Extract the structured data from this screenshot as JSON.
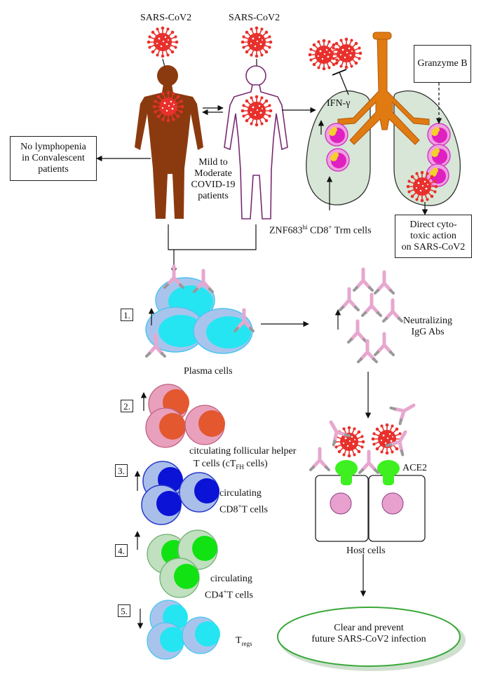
{
  "virus_labels": [
    "SARS-CoV2",
    "SARS-CoV2"
  ],
  "mild_label": "Mild to\nModerate\nCOVID-19\npatients",
  "no_lymphopenia": "No lymphopenia\nin Convalescent\npatients",
  "ifn_label": "IFN-γ",
  "granzyme_label": "Granzyme B",
  "trm_label": {
    "prefix": "ZNF683",
    "sup1": "hi",
    "mid": " CD8",
    "sup2": "+",
    "suffix": " Trm cells"
  },
  "direct_action": "Direct cyto-\ntoxic action\non SARS-CoV2",
  "numbers": [
    "1.",
    "2.",
    "3.",
    "4.",
    "5."
  ],
  "plasma_label": "Plasma cells",
  "neutralizing_label": "Neutralizing\nIgG Abs",
  "tfh_label": {
    "line1": "citculating follicular helper",
    "line2a": "T cells (cT",
    "sub": "FH",
    "line2b": " cells)"
  },
  "cd8_label": {
    "line1": "circulating",
    "a": "CD8",
    "sup": "+",
    "b": "T cells"
  },
  "cd4_label": {
    "line1": "circulating",
    "a": "CD4",
    "sup": "+",
    "b": "T cells"
  },
  "treg_label": {
    "a": "T",
    "sub": "regs"
  },
  "ace2_label": "ACE2",
  "host_label": "Host cells",
  "outcome_label": "Clear and prevent\nfuture SARS-CoV2 infection",
  "colors": {
    "virus": "#e8302c",
    "body_brown": "#8b3a0f",
    "lung_fill": "#d7e6d6",
    "trachea": "#e07b12",
    "plasma_outer": "#a9c4ec",
    "plasma_inner": "#25e5f2",
    "tfh_outer": "#e8a0bc",
    "tfh_inner": "#e3582f",
    "cd8_outer": "#a9bfea",
    "cd8_inner": "#0a13d6",
    "cd4_outer": "#c0e0c0",
    "cd4_inner": "#11e312",
    "antibody": "#e7a7cf",
    "ace2": "#3ef020",
    "oval_border": "#3aa83a"
  }
}
